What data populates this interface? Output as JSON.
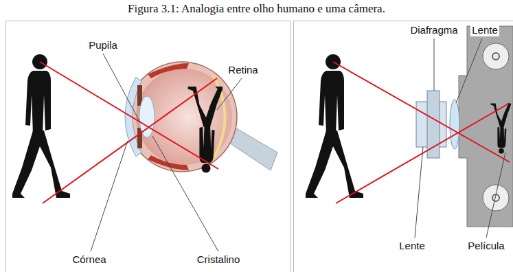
{
  "diagram": {
    "title": "Figura 3.1: Analogia entre olho humano e uma câmera.",
    "labels": [
      "Pupila",
      "Retina",
      "Córnea",
      "Cristalino",
      "Diafragma",
      "Lente",
      "Lente",
      "Película"
    ]
  }
}
